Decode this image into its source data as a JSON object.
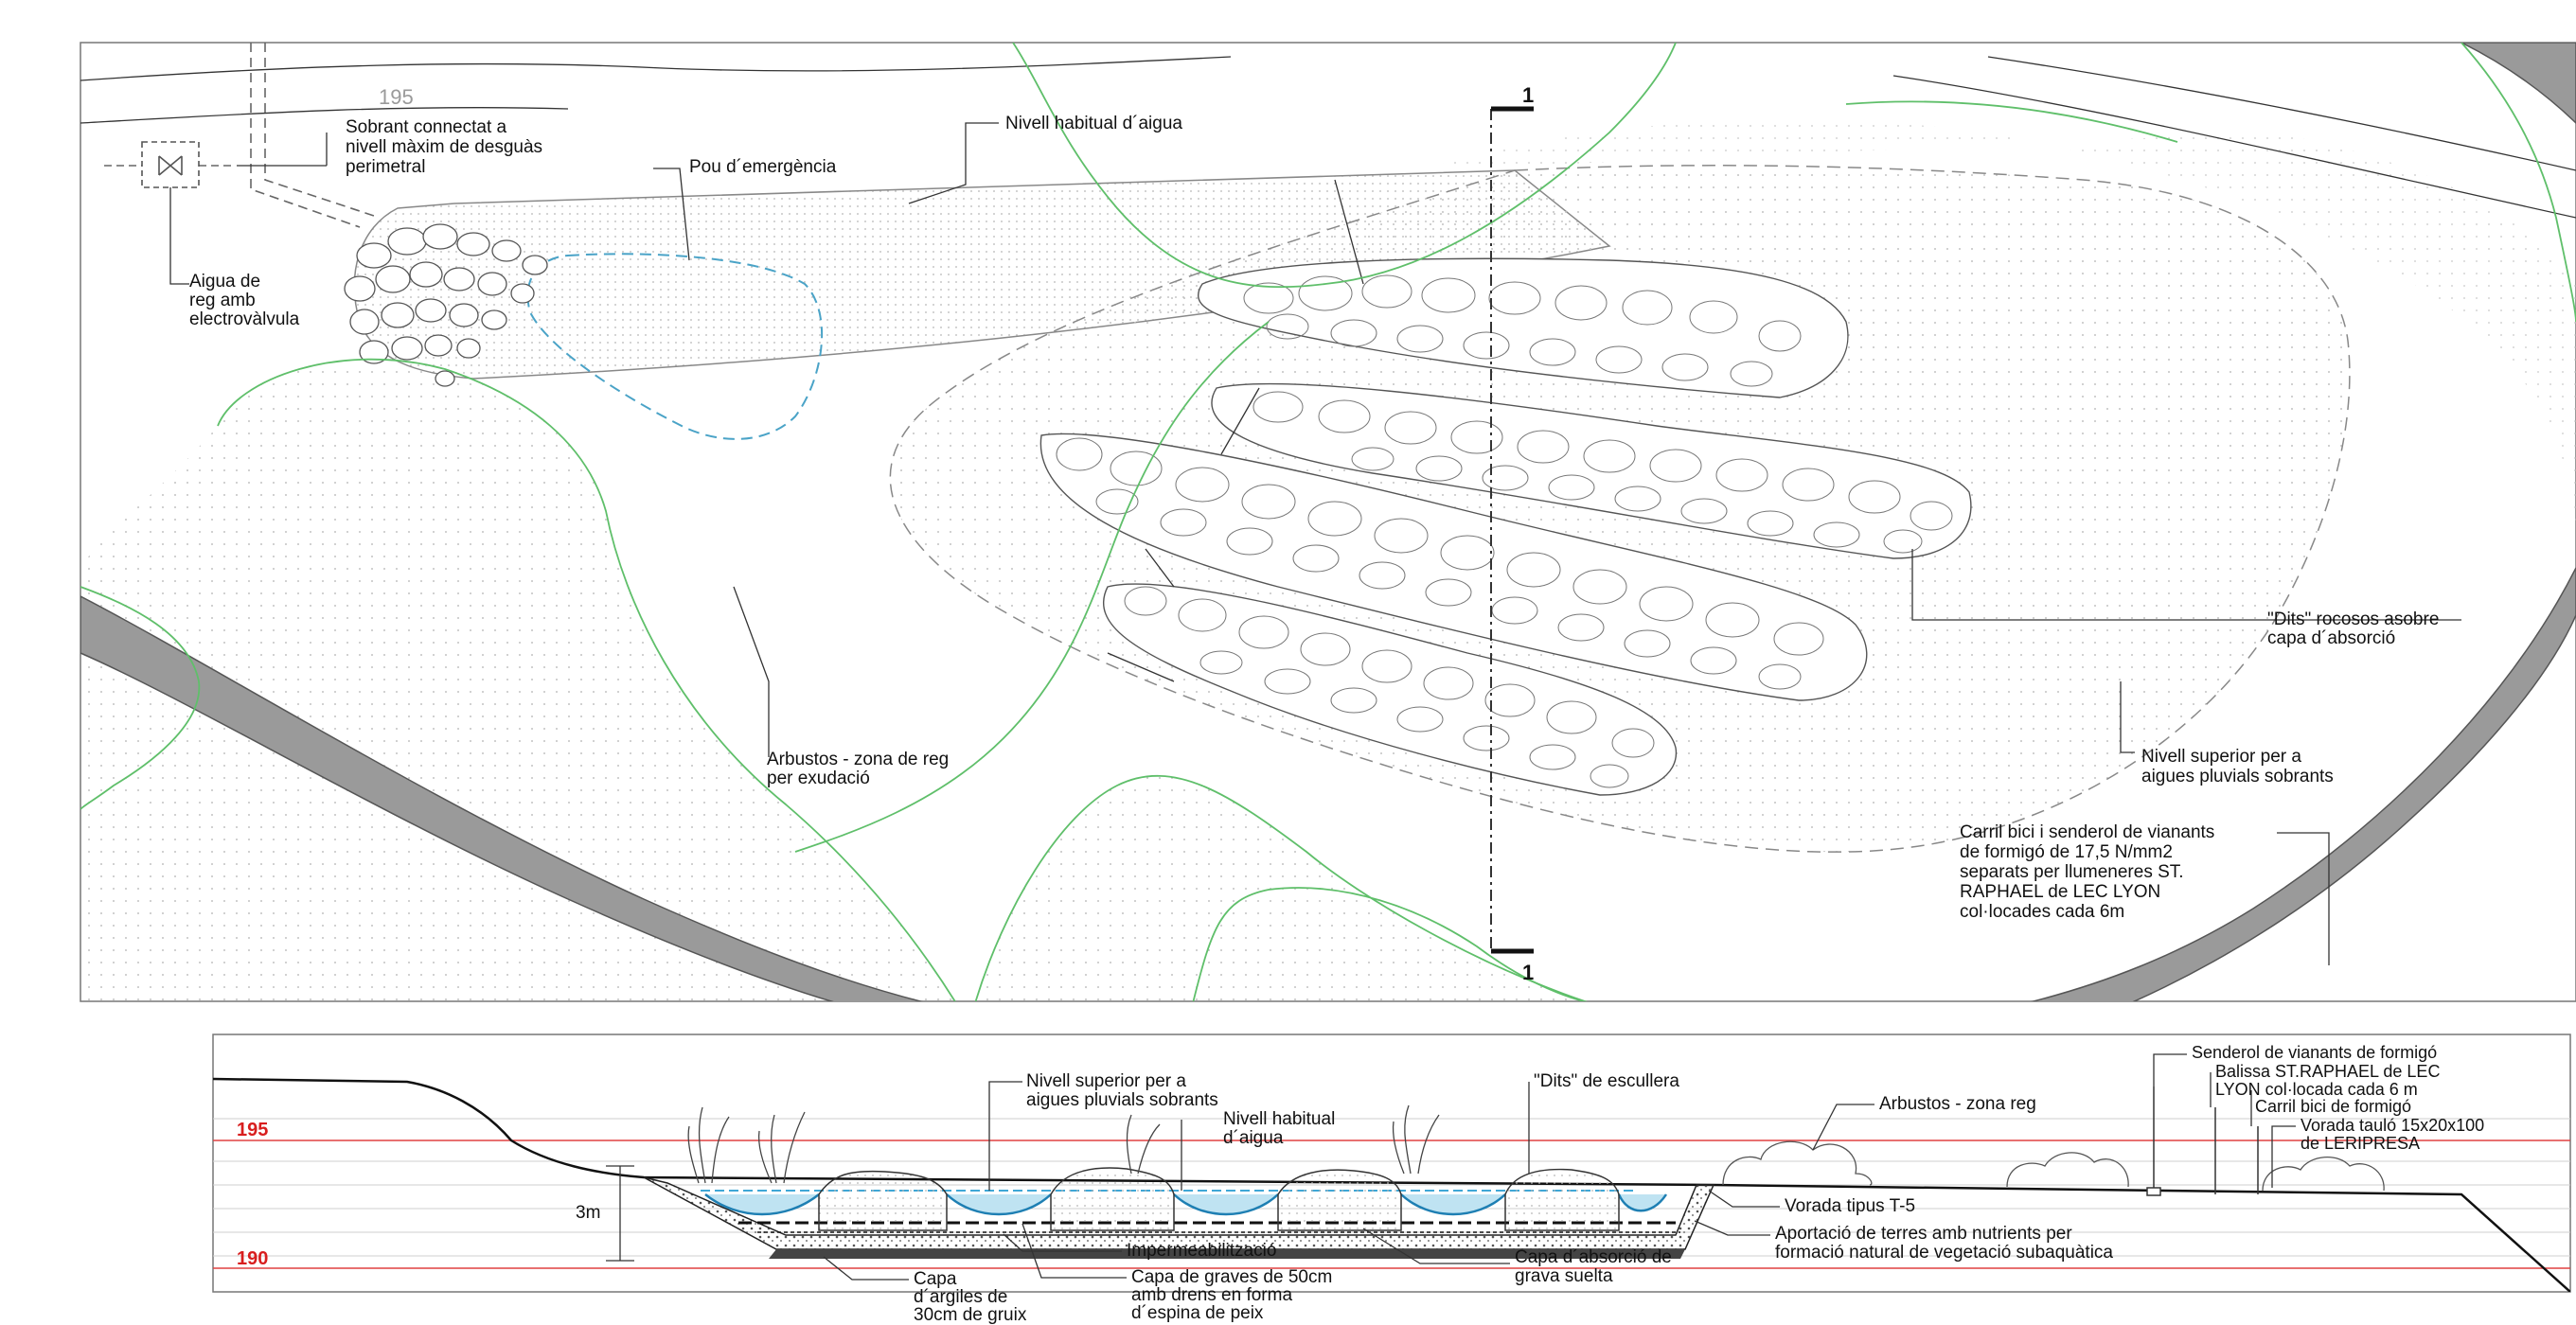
{
  "plan": {
    "contour_label": "195",
    "section_mark_top": "1",
    "section_mark_bottom": "1",
    "labels": {
      "overflow": [
        "Sobrant connectat a",
        "nivell màxim de desguàs",
        "perimetral"
      ],
      "emergency_well": "Pou d´emergència",
      "normal_level": "Nivell habitual d´aigua",
      "irrigation_water": [
        "Aigua de",
        "reg amb",
        "electrovàlvula"
      ],
      "rock_fingers": [
        "\"Dits\" rocosos asobre",
        "capa d´absorció"
      ],
      "shrubs": [
        "Arbustos - zona de reg",
        "per  exudació"
      ],
      "upper_level": [
        "Nivell superior per a",
        "aigues pluvials sobrants"
      ],
      "bike_lane": [
        "Carril bici i senderol de vianants",
        "de formigó  de 17,5 N/mm2",
        "separats per llumeneres ST.",
        "RAPHAEL de LEC LYON",
        "col·locades cada 6m"
      ]
    }
  },
  "section": {
    "level_195": "195",
    "level_190": "190",
    "depth": "3m",
    "labels": {
      "upper_level": [
        "Nivell superior per a",
        "aigues pluvials sobrants"
      ],
      "normal_level": [
        "Nivell habitual",
        "d´aigua"
      ],
      "fingers": "\"Dits\" de escullera",
      "shrubs": "Arbustos - zona reg",
      "path": "Senderol de vianants de formigó",
      "lamp": [
        "Balissa ST.RAPHAEL de LEC",
        "LYON col·locada cada 6 m"
      ],
      "bike": "Carril bici de formigó",
      "kerb_plank": [
        "Vorada tauló 15x20x100",
        "de LERIPRESA"
      ],
      "kerb_t5": "Vorada tipus T-5",
      "soil": [
        "Aportació de terres amb nutrients per",
        "formació natural de vegetació subaquàtica"
      ],
      "waterproof": "Impermeabilització",
      "absorption": [
        "Capa d´absorció de",
        "grava suelta"
      ],
      "gravel": [
        "Capa de graves de 50cm",
        "amb drens en forma",
        "d´espina de peix"
      ],
      "clay": [
        "Capa",
        "d´argiles de",
        "30cm de gruix"
      ]
    }
  }
}
